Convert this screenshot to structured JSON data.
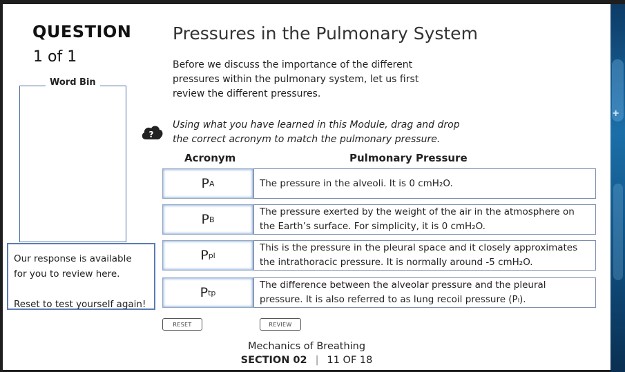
{
  "question": {
    "heading": "QUESTION",
    "count": "1 of 1"
  },
  "word_bin": {
    "label": "Word Bin"
  },
  "response": {
    "line1": "Our response is available",
    "line2": "for you to review here.",
    "line3": "Reset to test yourself again!"
  },
  "page": {
    "title": "Pressures in the Pulmonary System",
    "intro": "Before we discuss the importance of the different pressures within the pulmonary system, let us first review the different pressures.",
    "instruction": "Using what you have learned in this Module, drag and drop the correct acronym to match the pulmonary pressure."
  },
  "help_icon": {
    "name": "cloud-question-icon",
    "glyph": "?"
  },
  "table": {
    "header_acronym": "Acronym",
    "header_pressure": "Pulmonary Pressure",
    "rows": [
      {
        "acr_main": "P",
        "acr_sub": "A",
        "desc": "The pressure in the alveoli. It is 0 cmH₂O."
      },
      {
        "acr_main": "P",
        "acr_sub": "B",
        "desc": "The pressure exerted by the weight of the air in the atmosphere on the Earth’s surface. For simplicity, it is 0 cmH₂O."
      },
      {
        "acr_main": "P",
        "acr_sub": "pl",
        "desc": "This is the pressure in the pleural space and it closely approximates the intrathoracic pressure. It is normally around -5 cmH₂O."
      },
      {
        "acr_main": "P",
        "acr_sub": "tp",
        "desc": "The difference between the alveolar pressure and the pleural pressure. It is also referred to as lung recoil pressure (Pₗ)."
      }
    ]
  },
  "buttons": {
    "reset": "RESET",
    "review": "REVIEW"
  },
  "footer": {
    "module": "Mechanics of Breathing",
    "section": "SECTION 02",
    "separator": "|",
    "page": "11 OF 18"
  },
  "colors": {
    "accent": "#4a6fa5",
    "frame": "#5b7bb2",
    "right_strip": "#1b6fa8"
  }
}
